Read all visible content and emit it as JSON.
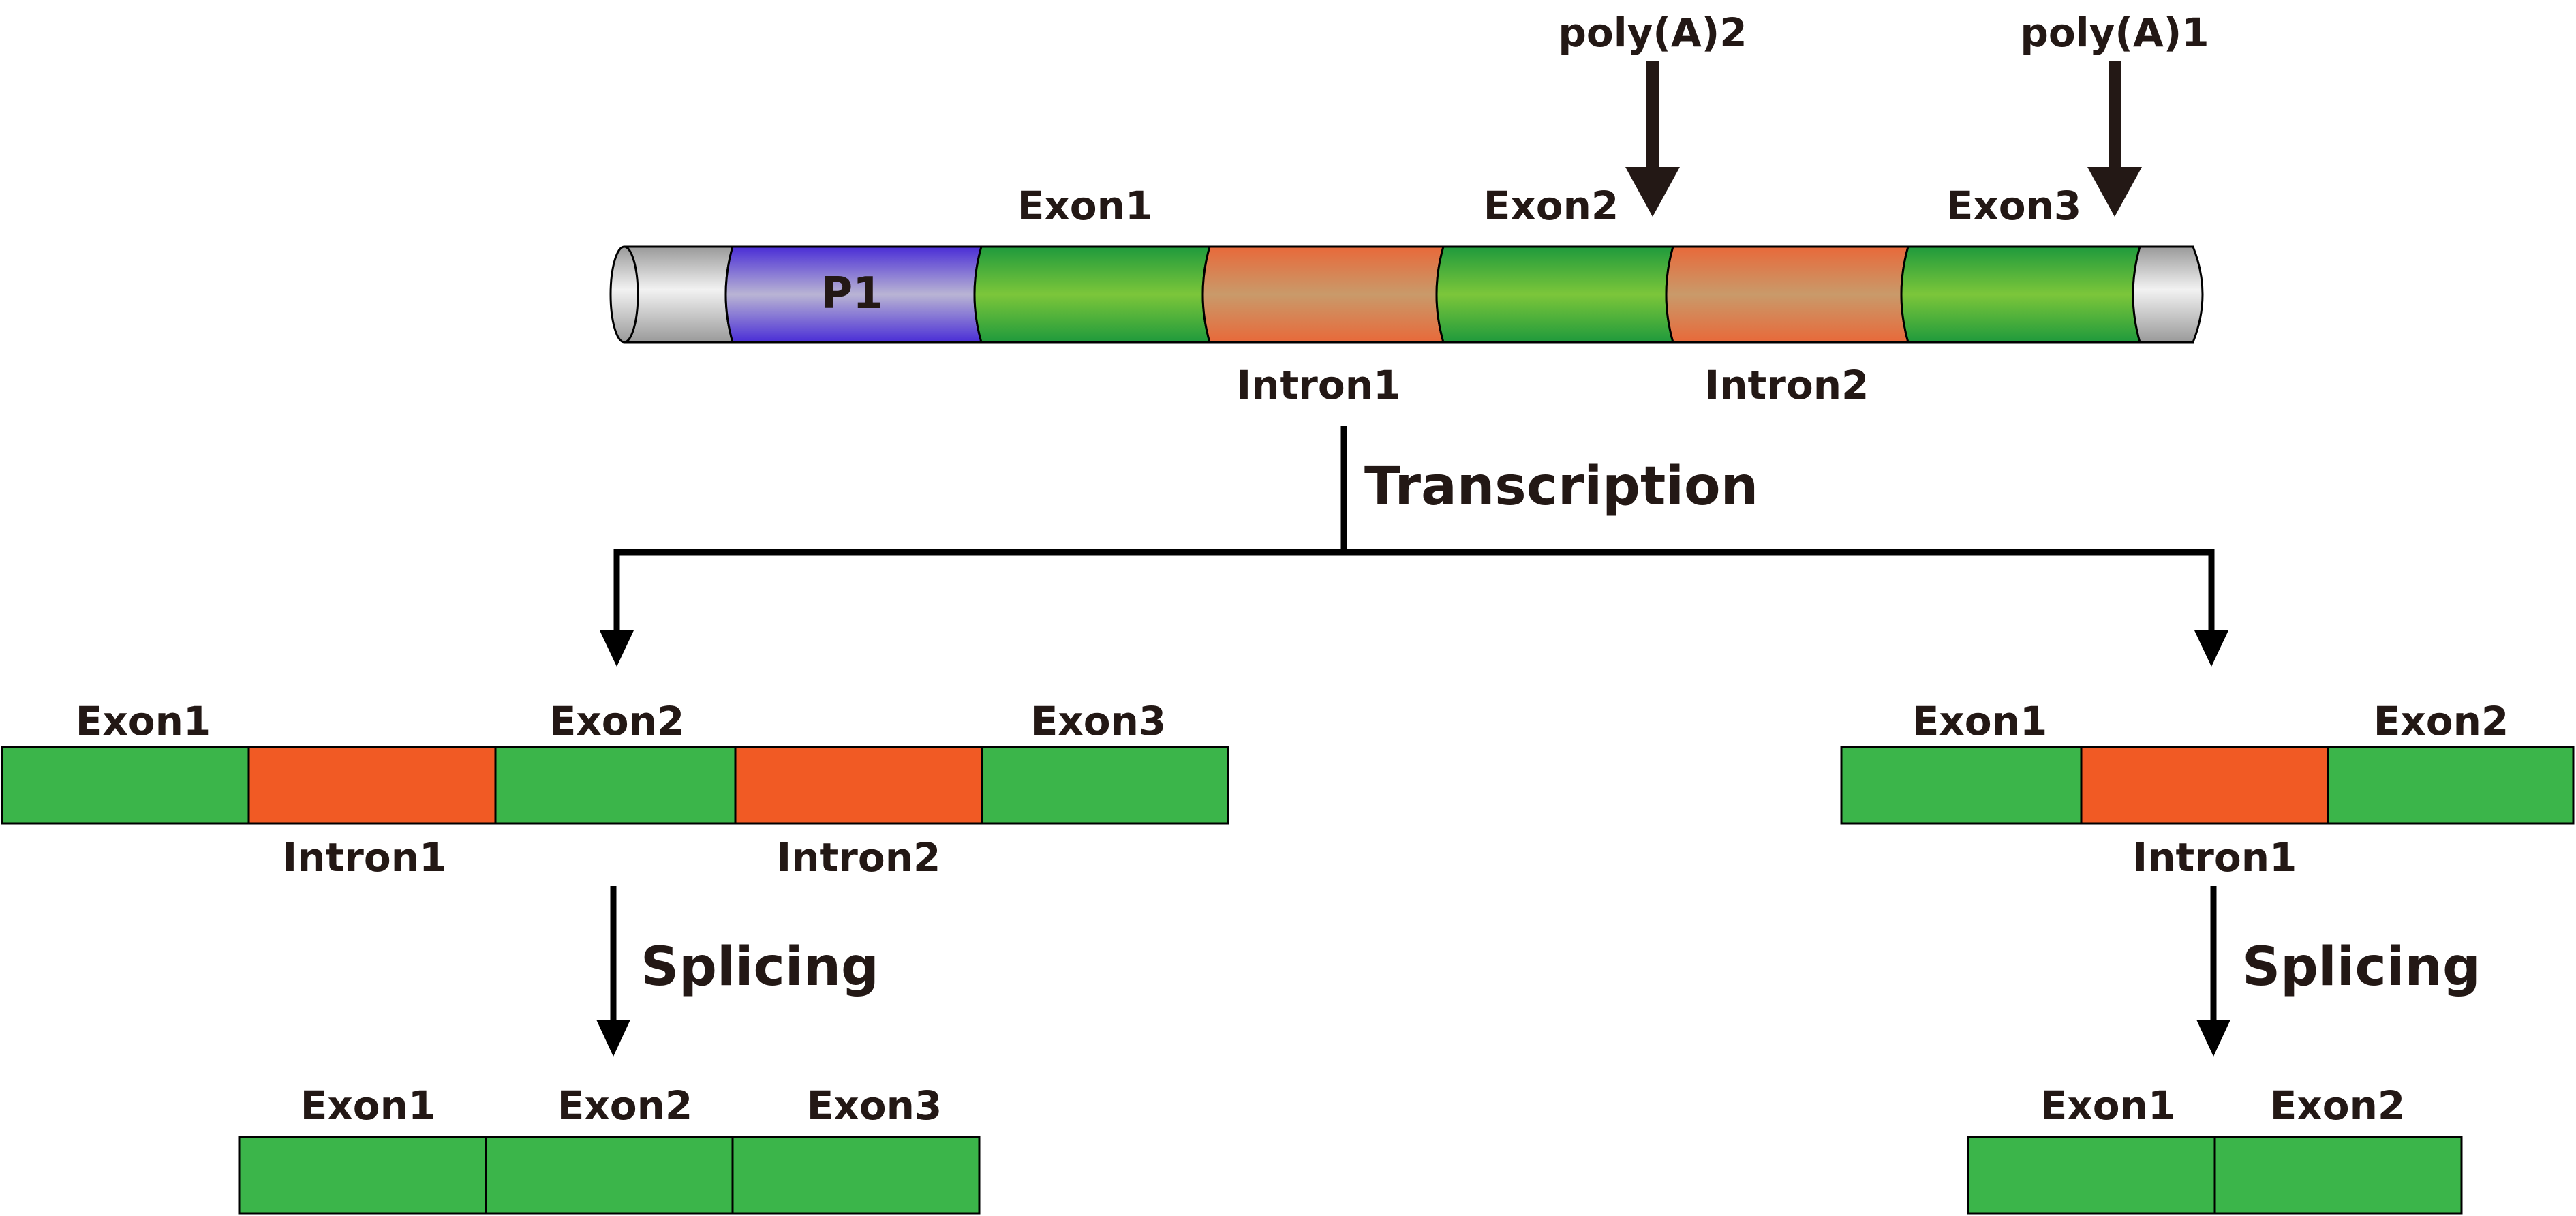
{
  "colors": {
    "exon_gradient": [
      "#1f9a3c",
      "#7cc63a"
    ],
    "intron_gradient": [
      "#e8693a",
      "#c99a6a"
    ],
    "promoter_gradient": [
      "#4a2ed6",
      "#b9b4d4"
    ],
    "cap_gradient": [
      "#9a9a9a",
      "#f2f2f2"
    ],
    "exon_flat": "#3bb54a",
    "intron_flat": "#f15a24",
    "line": "#000000",
    "text": "#231815"
  },
  "gene": {
    "promoter_label": "P1",
    "exon1_label": "Exon1",
    "exon2_label": "Exon2",
    "exon3_label": "Exon3",
    "intron1_label": "Intron1",
    "intron2_label": "Intron2",
    "polya2_label": "poly(A)2",
    "polya1_label": "poly(A)1"
  },
  "process": {
    "transcription_label": "Transcription",
    "splicing_label": "Splicing"
  },
  "left_branch": {
    "pre_mrna": {
      "exon1_label": "Exon1",
      "exon2_label": "Exon2",
      "exon3_label": "Exon3",
      "intron1_label": "Intron1",
      "intron2_label": "Intron2"
    },
    "mrna": {
      "exon1_label": "Exon1",
      "exon2_label": "Exon2",
      "exon3_label": "Exon3"
    }
  },
  "right_branch": {
    "pre_mrna": {
      "exon1_label": "Exon1",
      "exon2_label": "Exon2",
      "intron1_label": "Intron1"
    },
    "mrna": {
      "exon1_label": "Exon1",
      "exon2_label": "Exon2"
    }
  }
}
